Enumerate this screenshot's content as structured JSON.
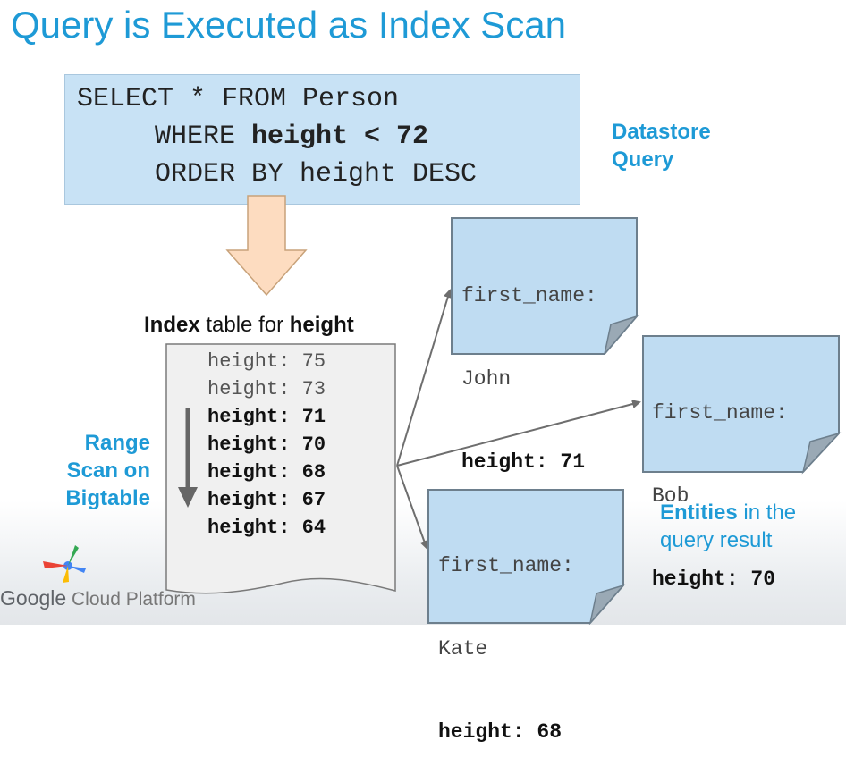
{
  "title": "Query is Executed as Index Scan",
  "query": {
    "line1": "SELECT * FROM Person",
    "line2_prefix": "WHERE ",
    "line2_bold": "height < 72",
    "line3": "ORDER BY height DESC"
  },
  "datastore_label": [
    "Datastore",
    "Query"
  ],
  "index_table": {
    "title_bold1": "Index",
    "title_mid": " table for ",
    "title_bold2": "height",
    "rows": [
      {
        "text": "height: 75",
        "matched": false
      },
      {
        "text": "height: 73",
        "matched": false
      },
      {
        "text": "height: 71",
        "matched": true
      },
      {
        "text": "height: 70",
        "matched": true
      },
      {
        "text": "height: 68",
        "matched": true
      },
      {
        "text": "height: 67",
        "matched": true
      },
      {
        "text": "height: 64",
        "matched": true
      }
    ]
  },
  "range_label": [
    "Range",
    "Scan on",
    "Bigtable"
  ],
  "entities": [
    {
      "field": "first_name:",
      "name": "John",
      "height": "height: 71"
    },
    {
      "field": "first_name:",
      "name": "Bob",
      "height": "height: 70"
    },
    {
      "field": "first_name:",
      "name": "Kate",
      "height": "height: 68"
    }
  ],
  "entities_caption": {
    "bold": "Entities",
    "rest1": " in the",
    "rest2": "query result"
  },
  "branding": {
    "google": "Google",
    "rest": " Cloud Platform"
  },
  "colors": {
    "accent": "#1e9ad6",
    "query_bg": "#c8e2f5",
    "card_bg": "#bfdcf2",
    "card_border": "#6d7f8d",
    "arrow_fill": "#fddcc0",
    "arrow_stroke": "#c8a27a",
    "connector": "#6e6e6e"
  }
}
